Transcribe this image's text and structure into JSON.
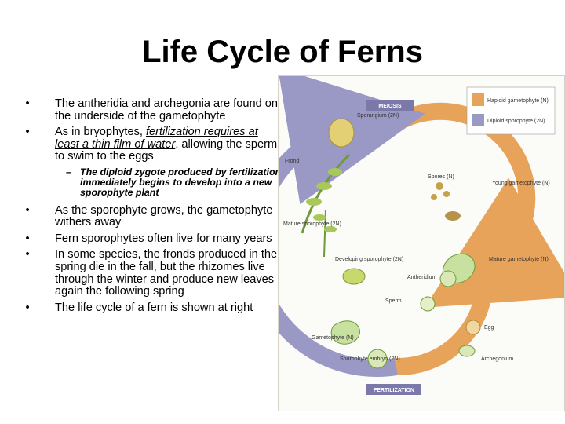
{
  "title": "Life Cycle of Ferns",
  "bullets": {
    "b1": "The antheridia and archegonia are found on the underside of the gametophyte",
    "b2_pre": "As in bryophytes, ",
    "b2_link": "fertilization requires at least a thin film of water",
    "b2_post": ", allowing the sperm to swim to the eggs",
    "sub1": "The diploid zygote produced by fertilization immediately begins to develop into a new sporophyte plant",
    "b3": "As the sporophyte grows, the gametophyte withers away",
    "b4": "Fern sporophytes often live for many years",
    "b5": "In some species, the fronds produced in the spring die in the fall, but the rhizomes live through the winter and produce new leaves again the following spring",
    "b6": "The life cycle of a fern is shown at right"
  },
  "figure": {
    "meiosis": "MEIOSIS",
    "fertilization": "FERTILIZATION",
    "legend_haploid": "Haploid gametophyte (N)",
    "legend_diploid": "Diploid sporophyte (2N)",
    "colors": {
      "haploid": "#e8a35a",
      "diploid": "#9a98c4"
    },
    "labels": {
      "sporangium": "Sporangium (2N)",
      "frond": "Frond",
      "spores": "Spores (N)",
      "young_gametophyte": "Young gametophyte (N)",
      "mature_sporophyte": "Mature sporophyte (2N)",
      "developing_sporophyte": "Developing sporophyte (2N)",
      "mature_gametophyte": "Mature gametophyte (N)",
      "antheridium": "Antheridium",
      "sperm": "Sperm",
      "gametophyte": "Gametophyte (N)",
      "egg": "Egg",
      "archegonium": "Archegonium",
      "sporophyte_embryo": "Sporophyte embryo (2N)"
    }
  }
}
